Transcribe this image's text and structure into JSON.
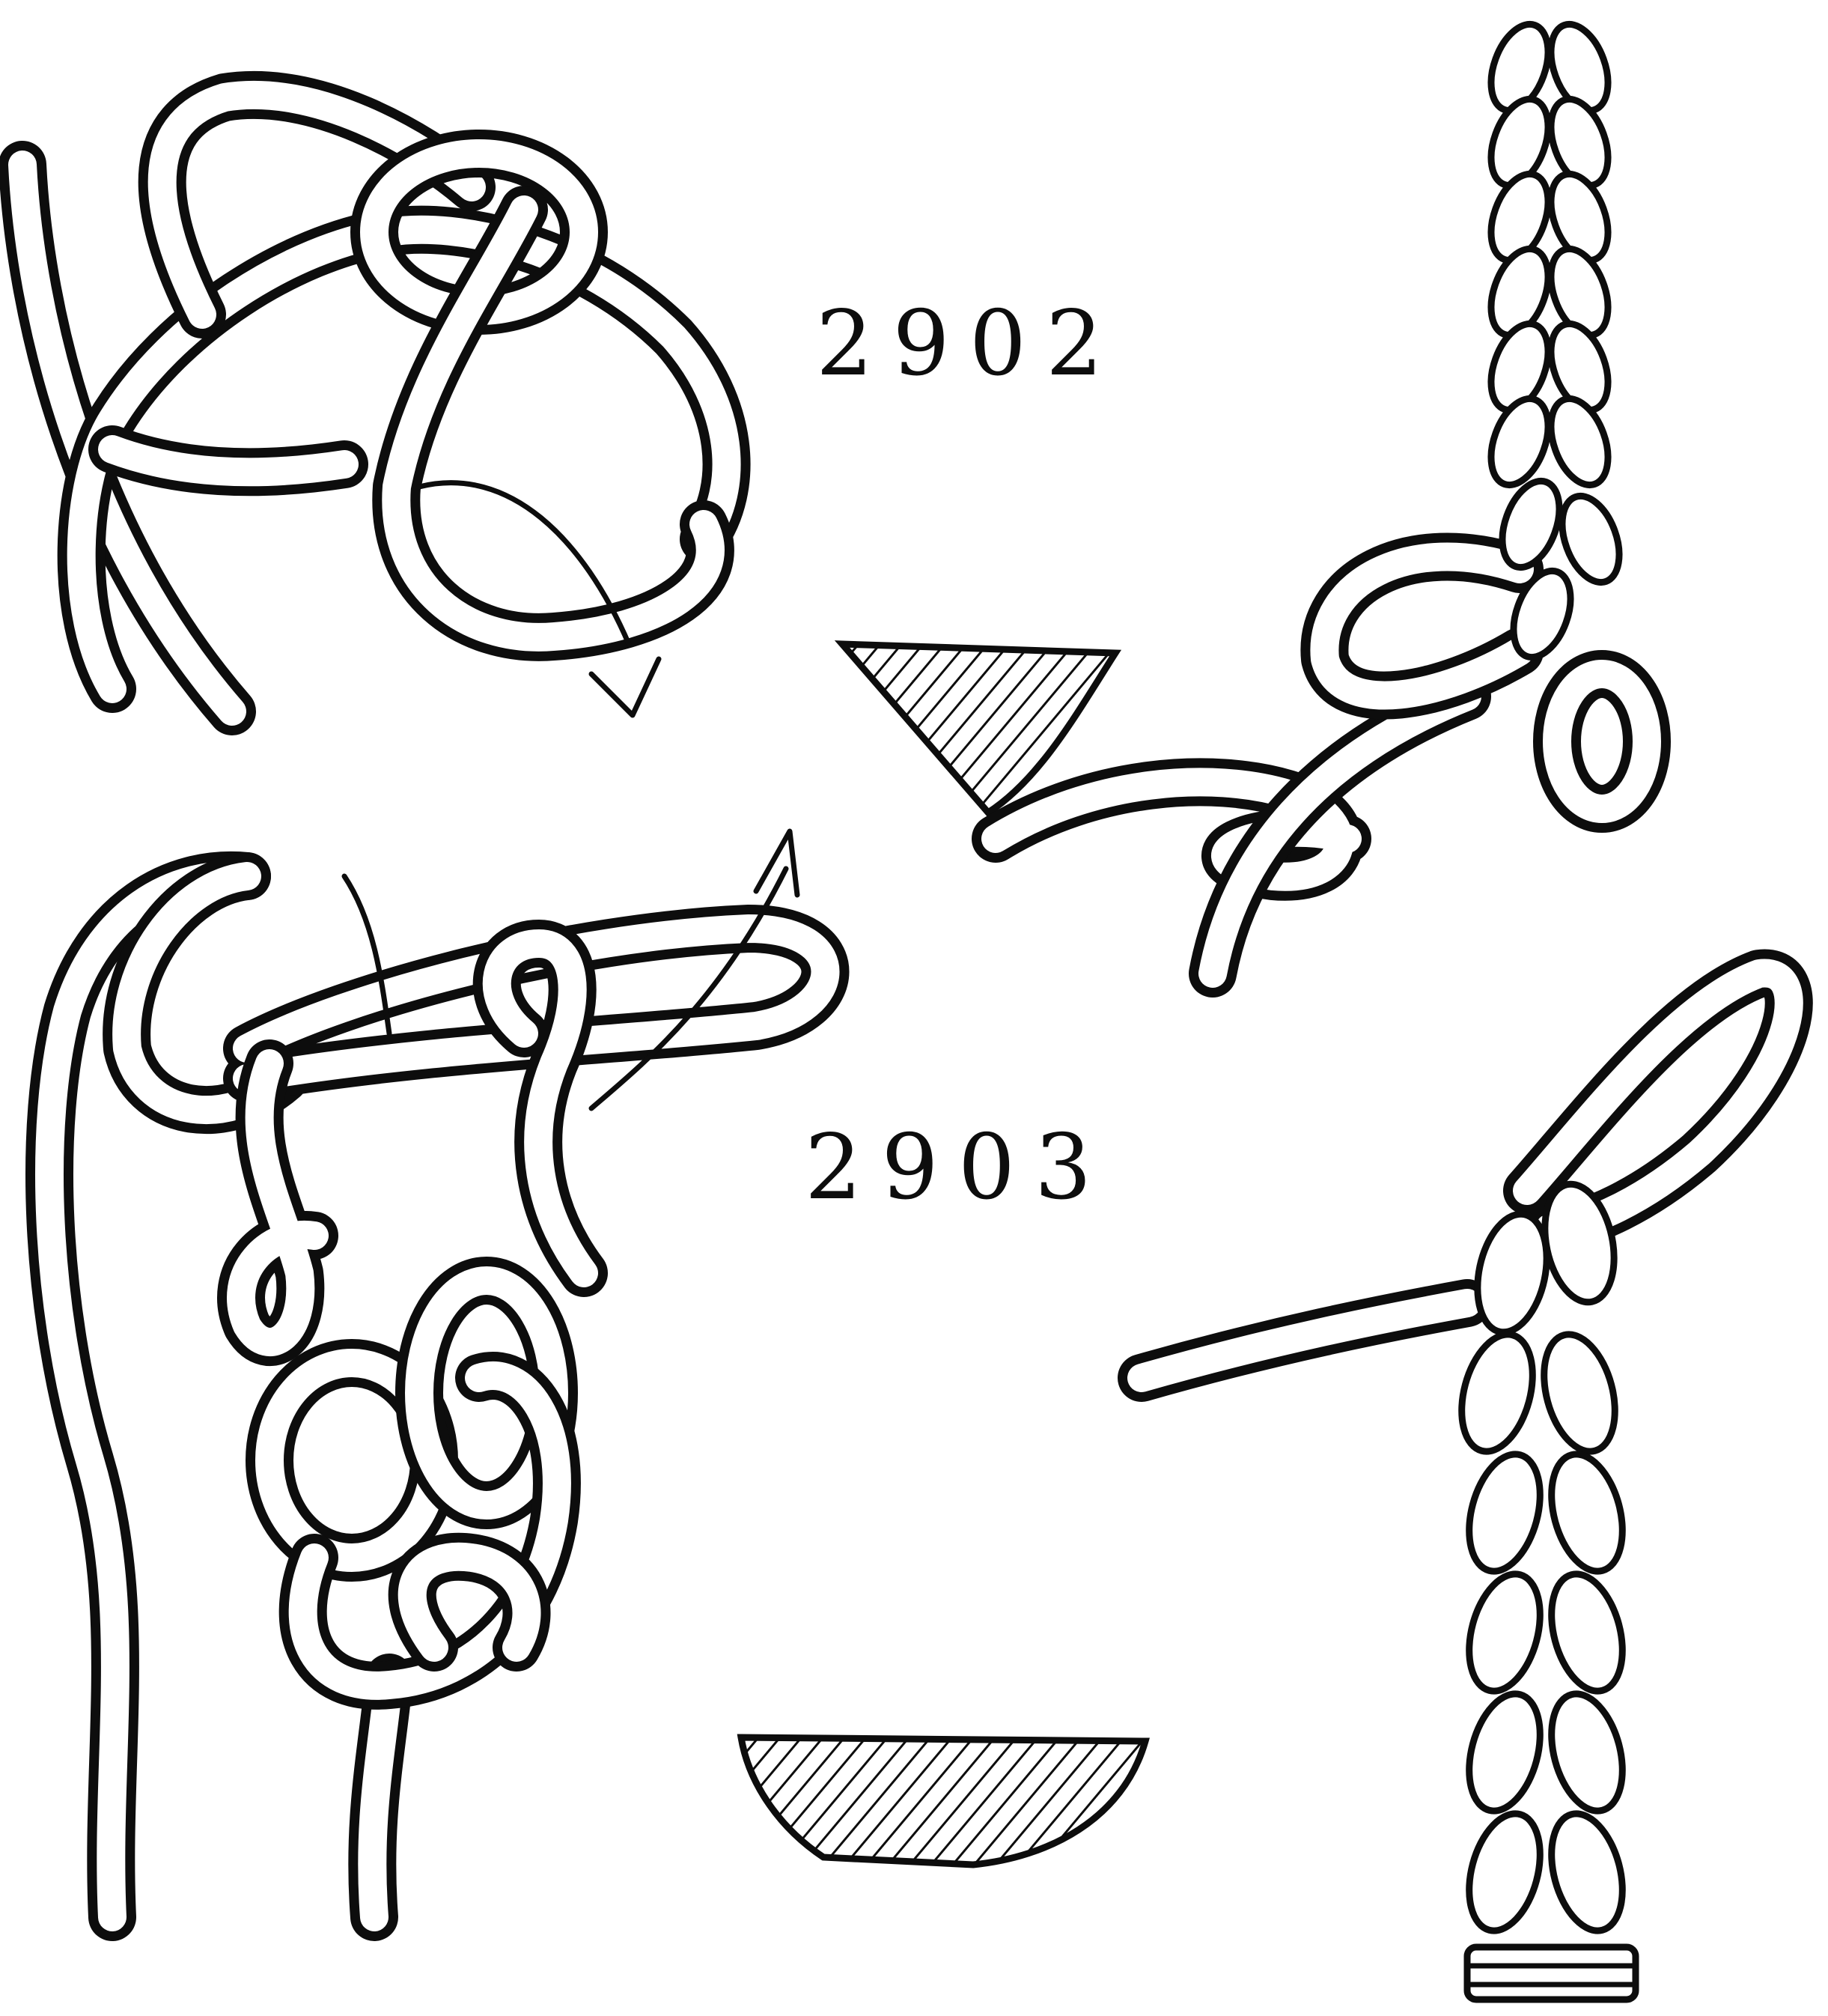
{
  "figures": [
    {
      "id": "2902",
      "label": "2902"
    },
    {
      "id": "2903",
      "label": "2903"
    }
  ],
  "colors": {
    "ink": "#0d0d0d",
    "paper": "#ffffff"
  }
}
